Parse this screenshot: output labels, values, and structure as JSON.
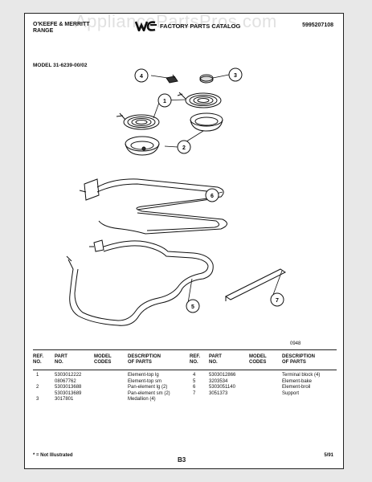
{
  "watermark": "AppliancePartsPros.com",
  "header": {
    "brand_line1": "O'KEEFE & MERRITT",
    "brand_line2": "RANGE",
    "catalog_title": "FACTORY PARTS CATALOG",
    "catalog_number": "5995207108"
  },
  "model_line": "MODEL 31-6239-00/02",
  "figure_code": "0948",
  "callouts": [
    "1",
    "2",
    "3",
    "4",
    "5",
    "6",
    "7"
  ],
  "table": {
    "headers": {
      "ref": [
        "REF.",
        "NO."
      ],
      "part": [
        "PART",
        "NO."
      ],
      "model": [
        "MODEL",
        "CODES"
      ],
      "desc": [
        "DESCRIPTION",
        "OF PARTS"
      ]
    },
    "left_rows": [
      {
        "ref": "1",
        "part": "5303012222",
        "model": "",
        "desc": "Element-top lg"
      },
      {
        "ref": "",
        "part": "08067762",
        "model": "",
        "desc": "Element-top sm"
      },
      {
        "ref": "2",
        "part": "5303013688",
        "model": "",
        "desc": "Pan-element lg (2)"
      },
      {
        "ref": "",
        "part": "5303013689",
        "model": "",
        "desc": "Pan-element sm (2)"
      },
      {
        "ref": "3",
        "part": "3017801",
        "model": "",
        "desc": "Medallion (4)"
      }
    ],
    "right_rows": [
      {
        "ref": "4",
        "part": "5303012866",
        "model": "",
        "desc": "Terminal block (4)"
      },
      {
        "ref": "5",
        "part": "3203534",
        "model": "",
        "desc": "Element-bake"
      },
      {
        "ref": "6",
        "part": "5303051140",
        "model": "",
        "desc": "Element-broil"
      },
      {
        "ref": "7",
        "part": "3051373",
        "model": "",
        "desc": "Support"
      }
    ]
  },
  "footer": {
    "note": "* = Not Illustrated",
    "page": "B3",
    "date": "5/91"
  }
}
